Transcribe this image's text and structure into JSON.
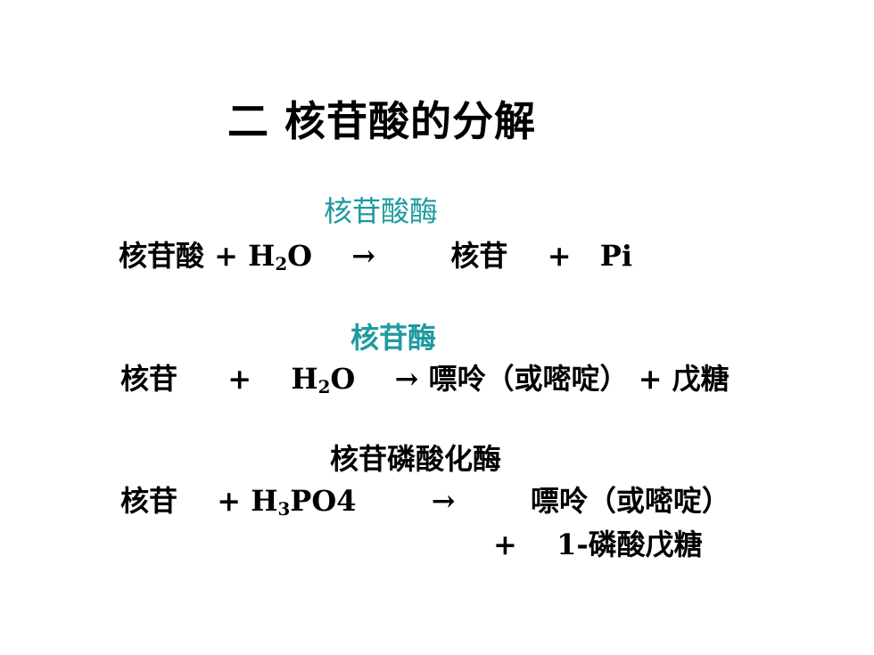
{
  "slide": {
    "title": "二 核苷酸的分解",
    "colors": {
      "enzyme_teal": "#1f9aa0",
      "text": "#000000"
    },
    "reactions": [
      {
        "enzyme": "核苷酸酶",
        "substrate": "核苷酸",
        "plus1": "+",
        "reagent_pre": "H",
        "reagent_sub": "2",
        "reagent_post": "O",
        "arrow": "→",
        "product1": "核苷",
        "plus2": "+",
        "product2": "Pi"
      },
      {
        "enzyme": "核苷酶",
        "substrate": "核苷",
        "plus1": "+",
        "reagent_pre": "H",
        "reagent_sub": "2",
        "reagent_post": "O",
        "arrow": "→",
        "product1": "嘌呤（或嘧啶）",
        "plus2": "+",
        "product2": "戊糖"
      },
      {
        "enzyme": "核苷磷酸化酶",
        "substrate": "核苷",
        "plus1": "+",
        "reagent_pre": "H",
        "reagent_sub": "3",
        "reagent_post": "PO4",
        "arrow": "→",
        "product1": "嘌呤（或嘧啶）",
        "plus2": "+",
        "product2": "1-磷酸戊糖"
      }
    ]
  }
}
